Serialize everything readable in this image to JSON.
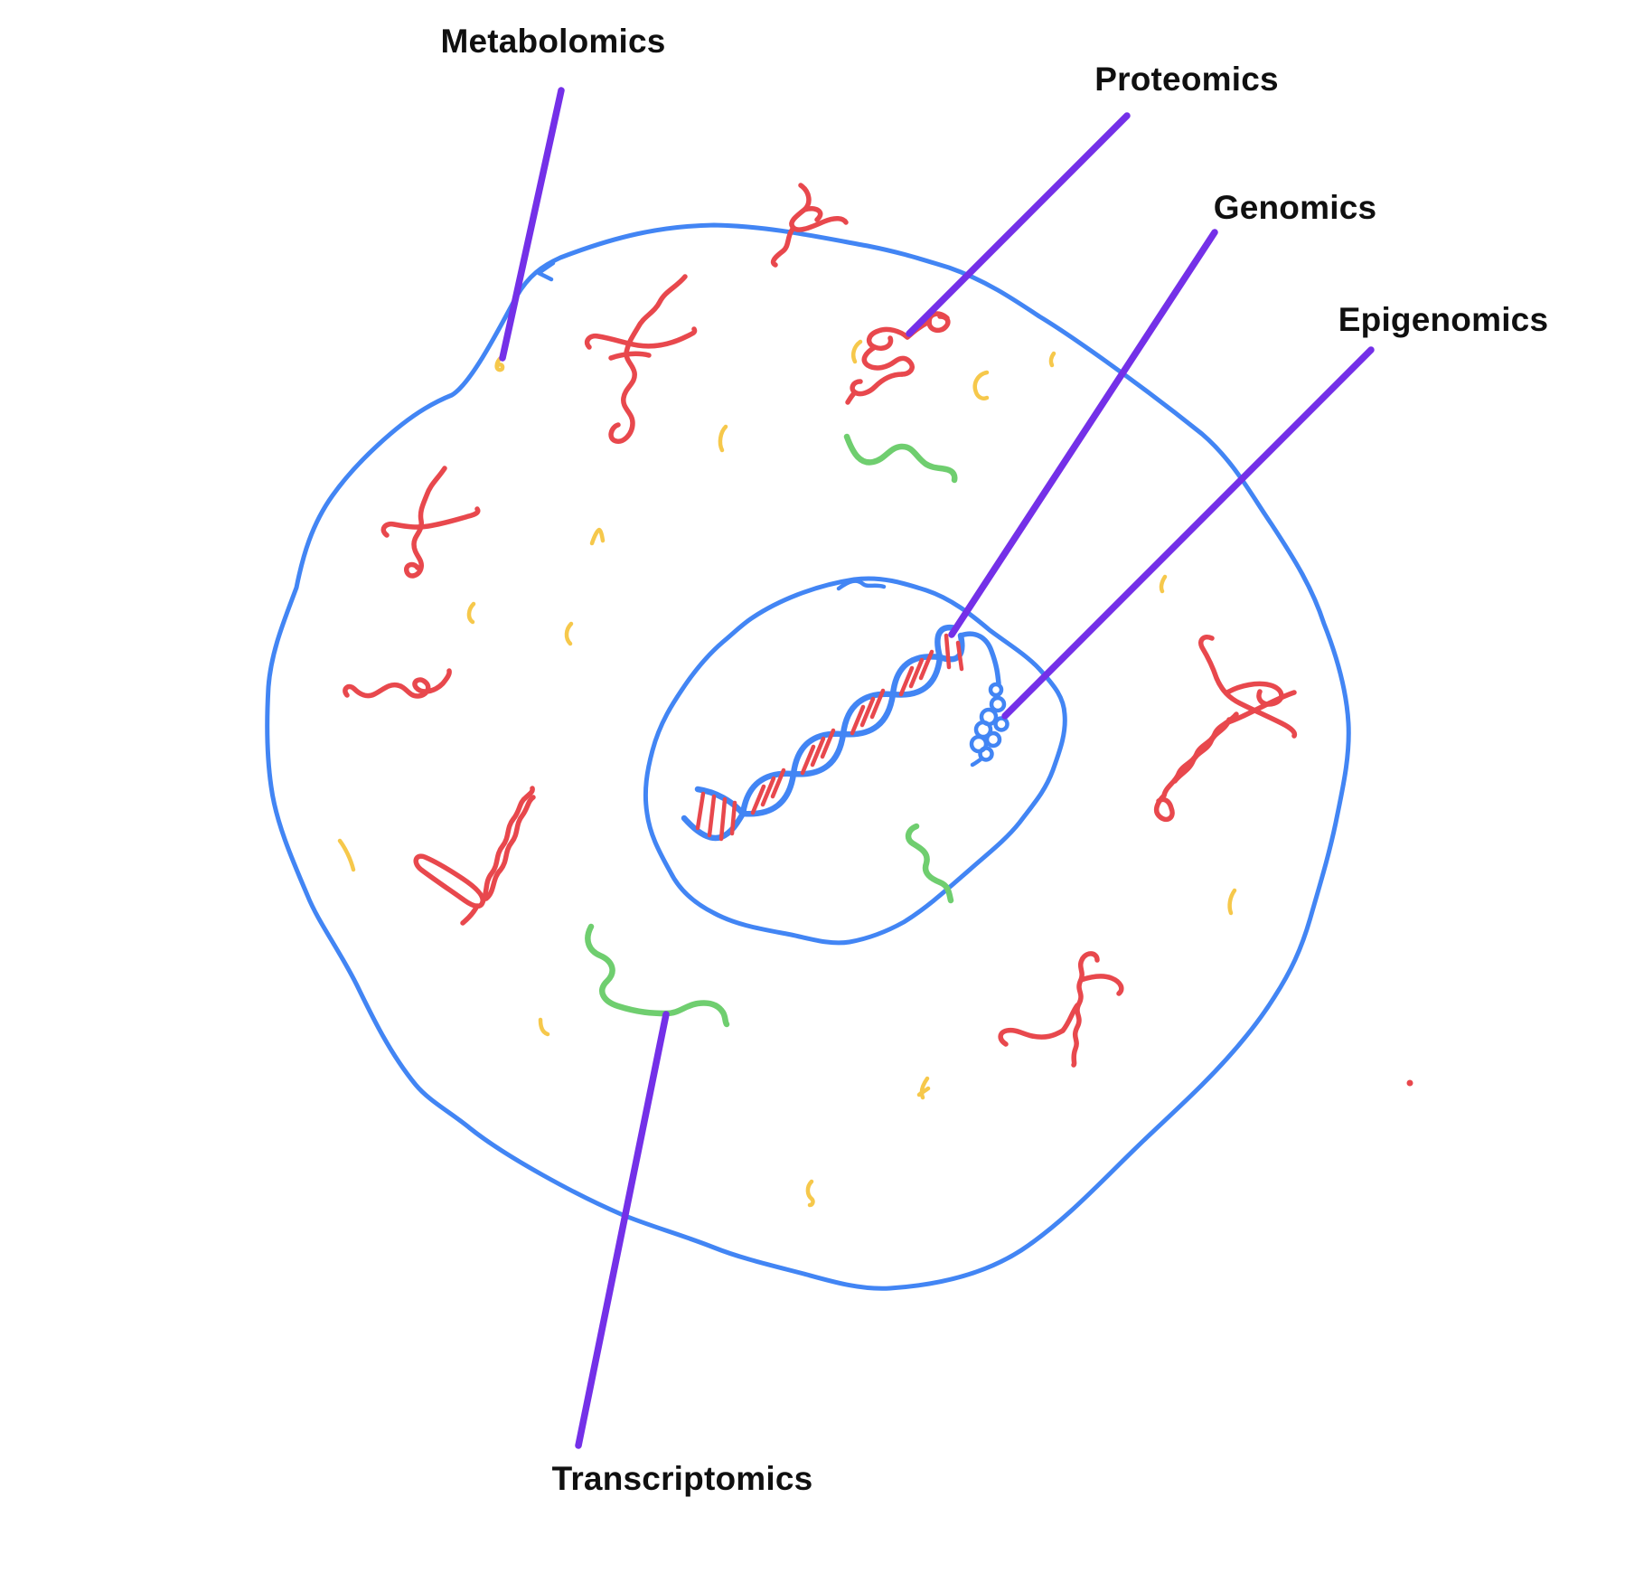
{
  "labels": {
    "metabolomics": "Metabolomics",
    "proteomics": "Proteomics",
    "genomics": "Genomics",
    "epigenomics": "Epigenomics",
    "transcriptomics": "Transcriptomics"
  },
  "colors": {
    "membrane_blue": "#4285F4",
    "protein_red": "#E8484D",
    "metabolite_yellow": "#F6C84B",
    "rna_green": "#6FCE6F",
    "pointer_purple": "#7430E8",
    "label_black": "#101010",
    "background": "#FFFFFF"
  }
}
